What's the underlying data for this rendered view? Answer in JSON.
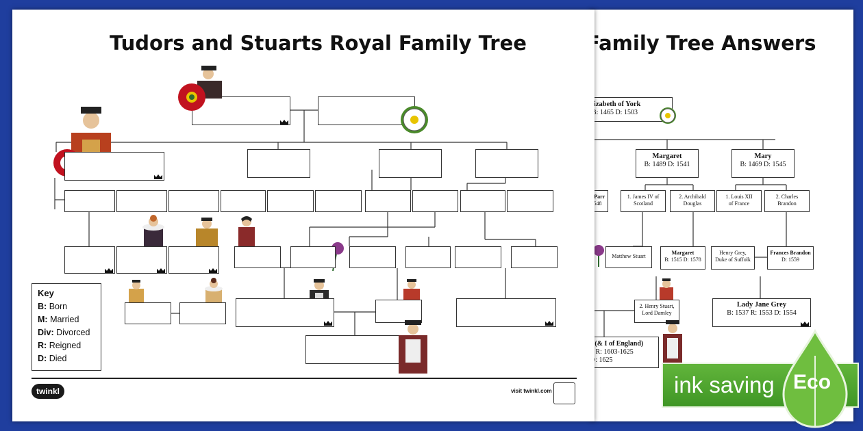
{
  "front": {
    "title": "Tudors and Stuarts Royal Family Tree",
    "key": {
      "heading": "Key",
      "rows": [
        {
          "abbr": "B:",
          "text": "Born"
        },
        {
          "abbr": "M:",
          "text": "Married"
        },
        {
          "abbr": "Div:",
          "text": "Divorced"
        },
        {
          "abbr": "R:",
          "text": "Reigned"
        },
        {
          "abbr": "D:",
          "text": "Died"
        }
      ]
    },
    "logo": "twinkl",
    "visit": "visit twinkl.com"
  },
  "back": {
    "title": "Family Tree Answers",
    "elizabeth_name": "lizabeth of York",
    "elizabeth_dates": "B: 1465 D: 1503",
    "margaret_name": "Margaret",
    "margaret_dates": "B: 1489 D: 1541",
    "mary_name": "Mary",
    "mary_dates": "B: 1469 D: 1545",
    "parr_line1": "e Parr",
    "parr_line2": "548",
    "james_iv_line1": "1. James IV of",
    "james_iv_line2": "Scotland",
    "archibald_line1": "2. Archibald",
    "archibald_line2": "Douglas",
    "louis_line1": "1. Louis XII",
    "louis_line2": "of France",
    "charles_line1": "2. Charles",
    "charles_line2": "Brandon",
    "matthew": "Matthew Stuart",
    "margaret2_name": "Margaret",
    "margaret2_dates": "B: 1515 D: 1578",
    "henry_grey_line1": "Henry Grey,",
    "henry_grey_line2": "Duke of Suffolk",
    "frances_name": "Frances Brandon",
    "frances_dates": "D: 1559",
    "darnley_line1": "2. Henry Stuart,",
    "darnley_line2": "Lord Darnley",
    "jane_name": "Lady Jane Grey",
    "jane_dates1": "B: 1537 R: 1553",
    "jane_dates2": "D: 1554",
    "james_line1": "I (& I of England)",
    "james_line2": "6 R: 1603-1625",
    "james_line3": "D: 1625"
  },
  "eco": {
    "label": "ink saving",
    "badge": "Eco"
  }
}
